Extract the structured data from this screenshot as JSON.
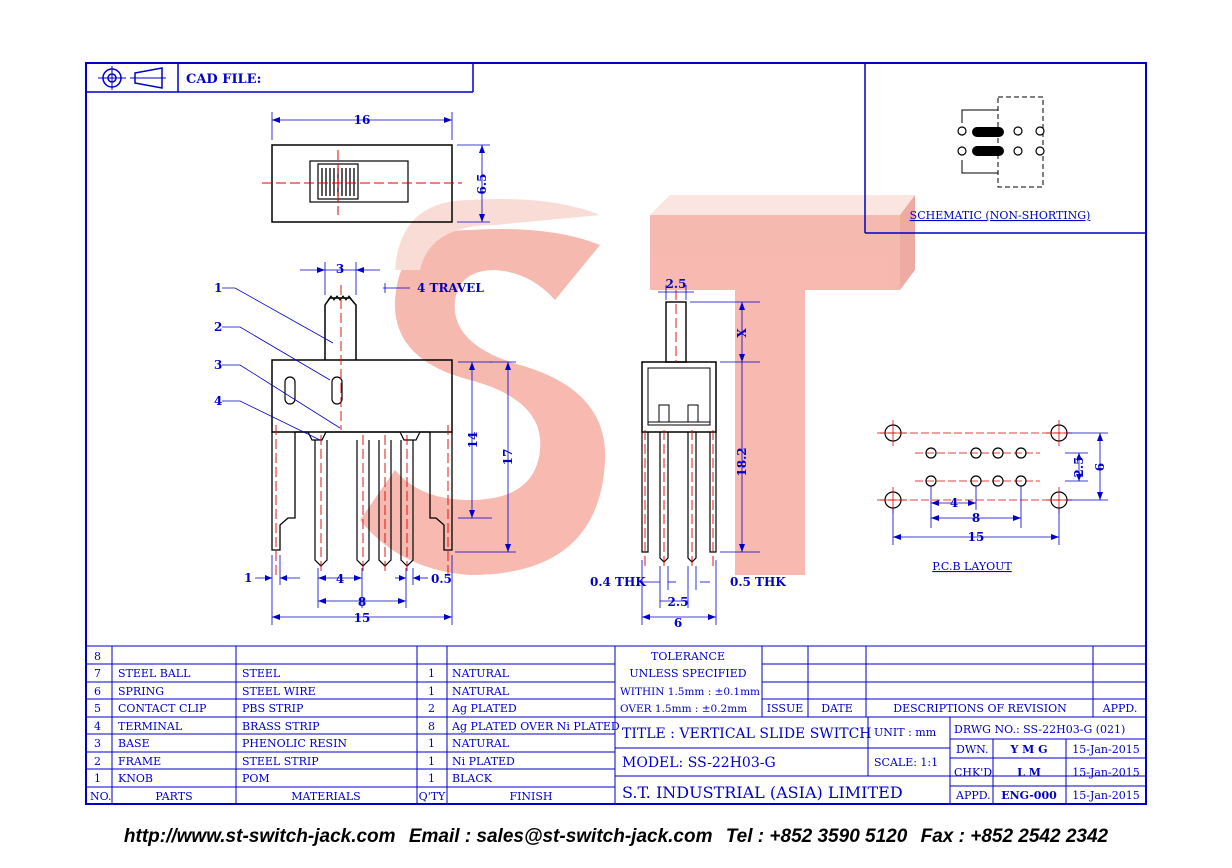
{
  "header": {
    "cad_label": "CAD FILE:"
  },
  "schematic": {
    "label": "SCHEMATIC (NON-SHORTING)"
  },
  "pcb": {
    "label": "P.C.B LAYOUT",
    "dims": {
      "d1": "4",
      "d2": "8",
      "d3": "15",
      "d4": "2.5",
      "d5": "6"
    }
  },
  "top_view": {
    "dims": {
      "width": "16",
      "height": "6.5"
    }
  },
  "front_view": {
    "dims": {
      "knob": "3",
      "travel": "4 TRAVEL",
      "h14": "14",
      "h17": "17",
      "left": "1",
      "pitch": "4",
      "span8": "8",
      "span15": "15",
      "pin": "0.5"
    },
    "callouts": [
      "1",
      "2",
      "3",
      "4"
    ]
  },
  "side_view": {
    "dims": {
      "top": "2.5",
      "x": "X",
      "height": "18.2",
      "thk1": "0.4 THK",
      "thk2": "0.5 THK",
      "w1": "2.5",
      "w2": "6"
    }
  },
  "tolerance": {
    "title": "TOLERANCE",
    "subtitle": "UNLESS   SPECIFIED",
    "within": "WITHIN  1.5mm : ±0.1mm",
    "over": "OVER    1.5mm : ±0.2mm"
  },
  "revision_headers": {
    "issue": "ISSUE",
    "date": "DATE",
    "desc": "DESCRIPTIONS  OF  REVISION",
    "appd": "APPD."
  },
  "parts": [
    {
      "no": "8",
      "part": "",
      "material": "",
      "qty": "",
      "finish": ""
    },
    {
      "no": "7",
      "part": "STEEL BALL",
      "material": "STEEL",
      "qty": "1",
      "finish": "NATURAL"
    },
    {
      "no": "6",
      "part": "SPRING",
      "material": "STEEL WIRE",
      "qty": "1",
      "finish": "NATURAL"
    },
    {
      "no": "5",
      "part": "CONTACT CLIP",
      "material": "PBS STRIP",
      "qty": "2",
      "finish": "Ag PLATED"
    },
    {
      "no": "4",
      "part": "TERMINAL",
      "material": "BRASS STRIP",
      "qty": "8",
      "finish": "Ag PLATED OVER Ni PLATED"
    },
    {
      "no": "3",
      "part": "BASE",
      "material": "PHENOLIC RESIN",
      "qty": "1",
      "finish": "NATURAL"
    },
    {
      "no": "2",
      "part": "FRAME",
      "material": "STEEL STRIP",
      "qty": "1",
      "finish": "Ni PLATED"
    },
    {
      "no": "1",
      "part": "KNOB",
      "material": "POM",
      "qty": "1",
      "finish": "BLACK"
    }
  ],
  "parts_headers": {
    "no": "NO.",
    "part": "PARTS",
    "material": "MATERIALS",
    "qty": "Q'TY",
    "finish": "FINISH"
  },
  "title_block": {
    "title": "TITLE : VERTICAL SLIDE SWITCH",
    "unit": "UNIT :   mm",
    "drwg": "DRWG NO.: SS-22H03-G (021)",
    "model": "MODEL: SS-22H03-G",
    "scale": "SCALE:  1:1",
    "company": "S.T.  INDUSTRIAL  (ASIA)  LIMITED",
    "dwn_label": "DWN.",
    "dwn": "Y M G",
    "dwn_date": "15-Jan-2015",
    "chkd_label": "CHK'D",
    "chkd": "L M",
    "chkd_date": "15-Jan-2015",
    "appd_label": "APPD.",
    "appd": "ENG-000",
    "appd_date": "15-Jan-2015"
  },
  "footer": {
    "url": "http://www.st-switch-jack.com",
    "email": "Email : sales@st-switch-jack.com",
    "tel": "Tel : +852 3590 5120",
    "fax": "Fax : +852 2542 2342"
  },
  "colors": {
    "ink": "#0000c8",
    "body": "#000000",
    "centerline": "#e00000",
    "watermark": "#f4a8a0"
  }
}
